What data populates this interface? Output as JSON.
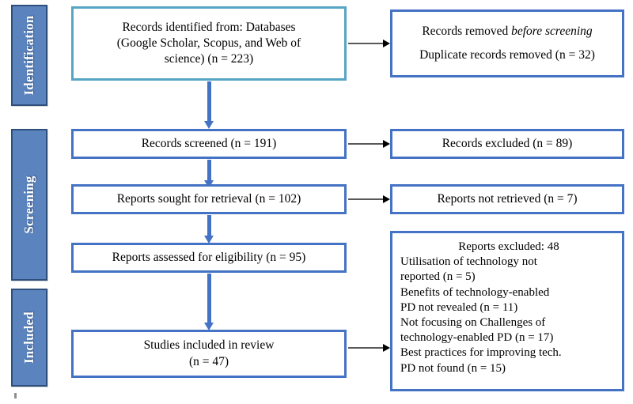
{
  "diagram": {
    "type": "PRISMA flow diagram",
    "stages": [
      {
        "id": "identification",
        "label": "Identification"
      },
      {
        "id": "screening",
        "label": "Screening"
      },
      {
        "id": "included",
        "label": "Included"
      }
    ],
    "boxes": {
      "records_identified": {
        "line1": "Records identified from: Databases",
        "line2": "(Google Scholar, Scopus, and Web of",
        "line3": "science) (n = 223)",
        "n": 223
      },
      "records_removed": {
        "line1_prefix": "Records removed ",
        "line1_italic": "before screening",
        "line2": "Duplicate records removed (n = 32)",
        "n": 32
      },
      "records_screened": {
        "text": "Records screened (n = 191)",
        "n": 191
      },
      "records_excluded": {
        "text": "Records excluded (n = 89)",
        "n": 89
      },
      "reports_sought": {
        "text": "Reports sought for retrieval (n = 102)",
        "n": 102
      },
      "reports_not_retrieved": {
        "text": "Reports not retrieved (n = 7)",
        "n": 7
      },
      "reports_assessed": {
        "text": "Reports assessed for eligibility (n = 95)",
        "n": 95
      },
      "reports_excluded": {
        "heading": "Reports excluded: 48",
        "total": 48,
        "reasons": [
          {
            "line1": "Utilisation of technology not",
            "line2": "reported (n = 5)",
            "n": 5
          },
          {
            "line1": "Benefits of technology-enabled",
            "line2": "PD not revealed (n = 11)",
            "n": 11
          },
          {
            "line1": "Not focusing on Challenges of",
            "line2": "technology-enabled PD (n = 17)",
            "n": 17
          },
          {
            "line1": "Best practices for improving tech.",
            "line2": "PD not found (n = 15)",
            "n": 15
          }
        ]
      },
      "studies_included": {
        "line1": "Studies included in review",
        "line2": "(n = 47)",
        "n": 47
      }
    },
    "colors": {
      "stage_bar_fill": "#5B84BE",
      "stage_bar_border": "#2E4F7C",
      "stage_label_text": "#FFFFFF",
      "box_border_blue": "#4472C4",
      "box_border_teal": "#56A5C4",
      "box_fill": "#FFFFFF",
      "vertical_arrow": "#4472C4",
      "horizontal_arrow_shaft": "#595959",
      "horizontal_arrow_head": "#000000",
      "page_background": "#FFFFFF"
    }
  }
}
